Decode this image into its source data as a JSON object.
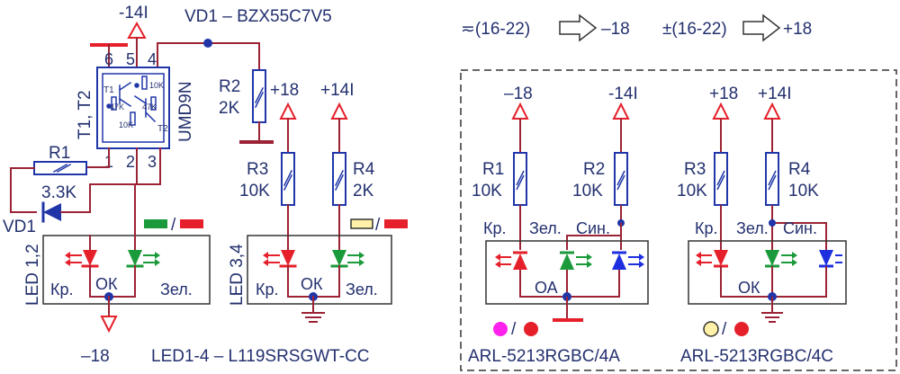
{
  "labels": {
    "top_supply_left": "-14I",
    "vd1_title": "VD1 – BZX55C7V5",
    "pin6": "6",
    "pin5": "5",
    "pin4": "4",
    "pin1": "1",
    "pin2": "2",
    "pin3": "3",
    "t1t2": "T1, T2",
    "umd9n": "UMD9N",
    "t1": "T1",
    "t2": "T2",
    "r_47k_a": "47K",
    "r_10k_a": "10K",
    "r_47k_b": "47K",
    "r_10k_b": "10K",
    "r1": "R1",
    "r1_val": "3.3K",
    "vd1": "VD1",
    "r2": "R2",
    "r2_val": "2K",
    "plus18_a": "+18",
    "plus14_a": "+14I",
    "r3": "R3",
    "r3_val": "10K",
    "r4": "R4",
    "r4_val": "2K",
    "led12": "LED 1,2",
    "led34": "LED 3,4",
    "kr1": "Кр.",
    "ok1": "ОК",
    "zel1": "Зел.",
    "kr2": "Кр.",
    "ok2": "ОК",
    "zel2": "Зел.",
    "minus18_bottom": "–18",
    "led_part": "LED1-4 – L119SRSGWT-CC",
    "slash_a": "/",
    "slash_b": "/",
    "conv1_prefix": "≂(16-22)",
    "conv1_out": "–18",
    "conv2_prefix": "±(16-22)",
    "conv2_out": "+18",
    "rb_minus18": "–18",
    "rb_minus14": "-14I",
    "rb_r1": "R1",
    "rb_r1_val": "10K",
    "rb_r2": "R2",
    "rb_r2_val": "10K",
    "rb_kr": "Кр.",
    "rb_zel": "Зел.",
    "rb_sin": "Син.",
    "rb_oa": "ОА",
    "rb_part": "ARL-5213RGBC/4A",
    "rb_slash": "/",
    "rc_plus18": "+18",
    "rc_plus14": "+14I",
    "rc_r3": "R3",
    "rc_r3_val": "10K",
    "rc_r4": "R4",
    "rc_r4_val": "10K",
    "rc_kr": "Кр.",
    "rc_zel": "Зел.",
    "rc_sin": "Син.",
    "rc_ok": "ОК",
    "rc_part": "ARL-5213RGBC/4C",
    "rc_slash": "/"
  },
  "colors": {
    "wire": "#9b2335",
    "component": "#2036a8",
    "red": "#e5202a",
    "green": "#1a9a3a",
    "blue": "#1e2fe0",
    "magenta": "#ff22ee",
    "cream": "#fff2a8",
    "text": "#23306e"
  }
}
